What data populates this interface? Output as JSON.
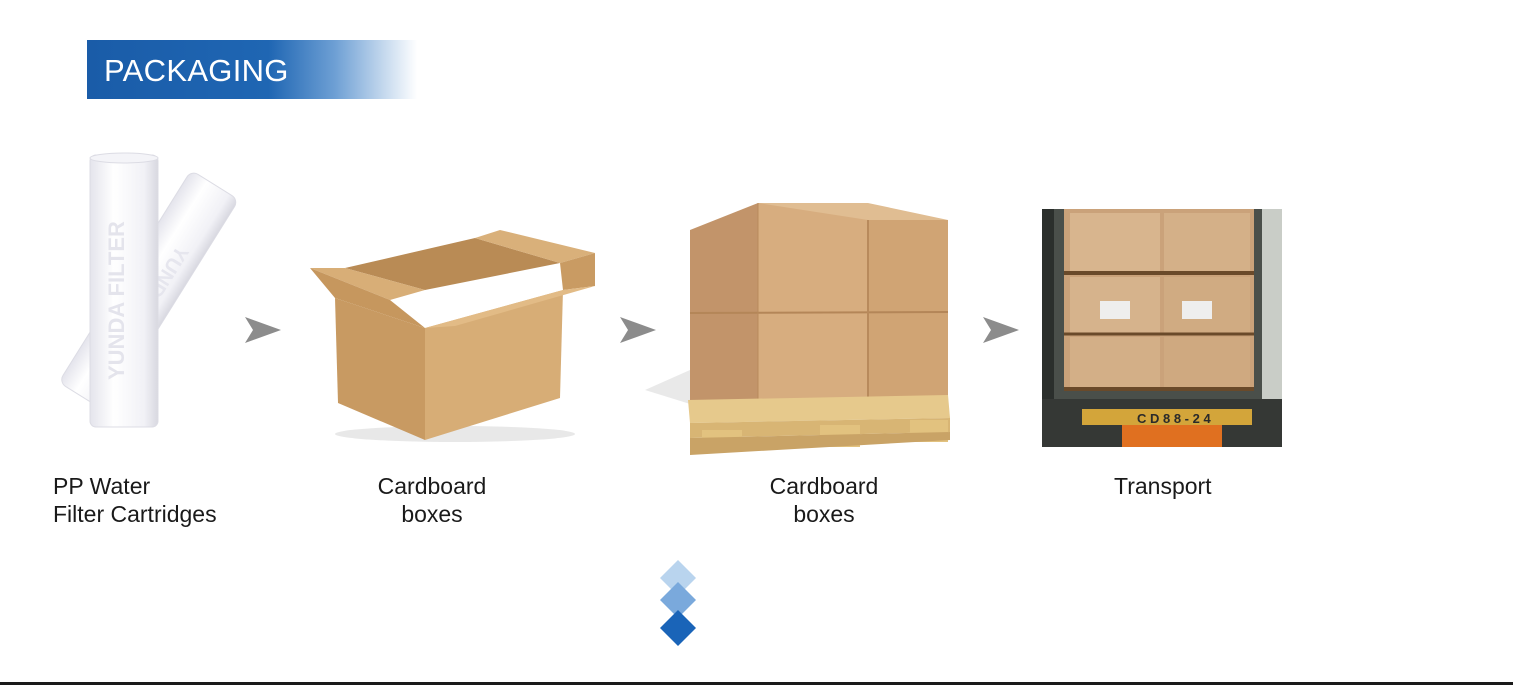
{
  "header": {
    "title": "PACKAGING"
  },
  "steps": [
    {
      "caption_line1": "PP Water",
      "caption_line2": "Filter Cartridges",
      "image": "filter-cartridges"
    },
    {
      "caption_line1": "Cardboard",
      "caption_line2": "boxes",
      "image": "open-cardboard-box"
    },
    {
      "caption_line1": "Cardboard",
      "caption_line2": "boxes",
      "image": "palletized-boxes"
    },
    {
      "caption_line1": "Transport",
      "image": "truck-loaded-photo"
    }
  ],
  "colors": {
    "brand_blue": "#1a5ca8",
    "arrow_gray": "#8c8c8c",
    "cardboard": "#d4a76a"
  }
}
